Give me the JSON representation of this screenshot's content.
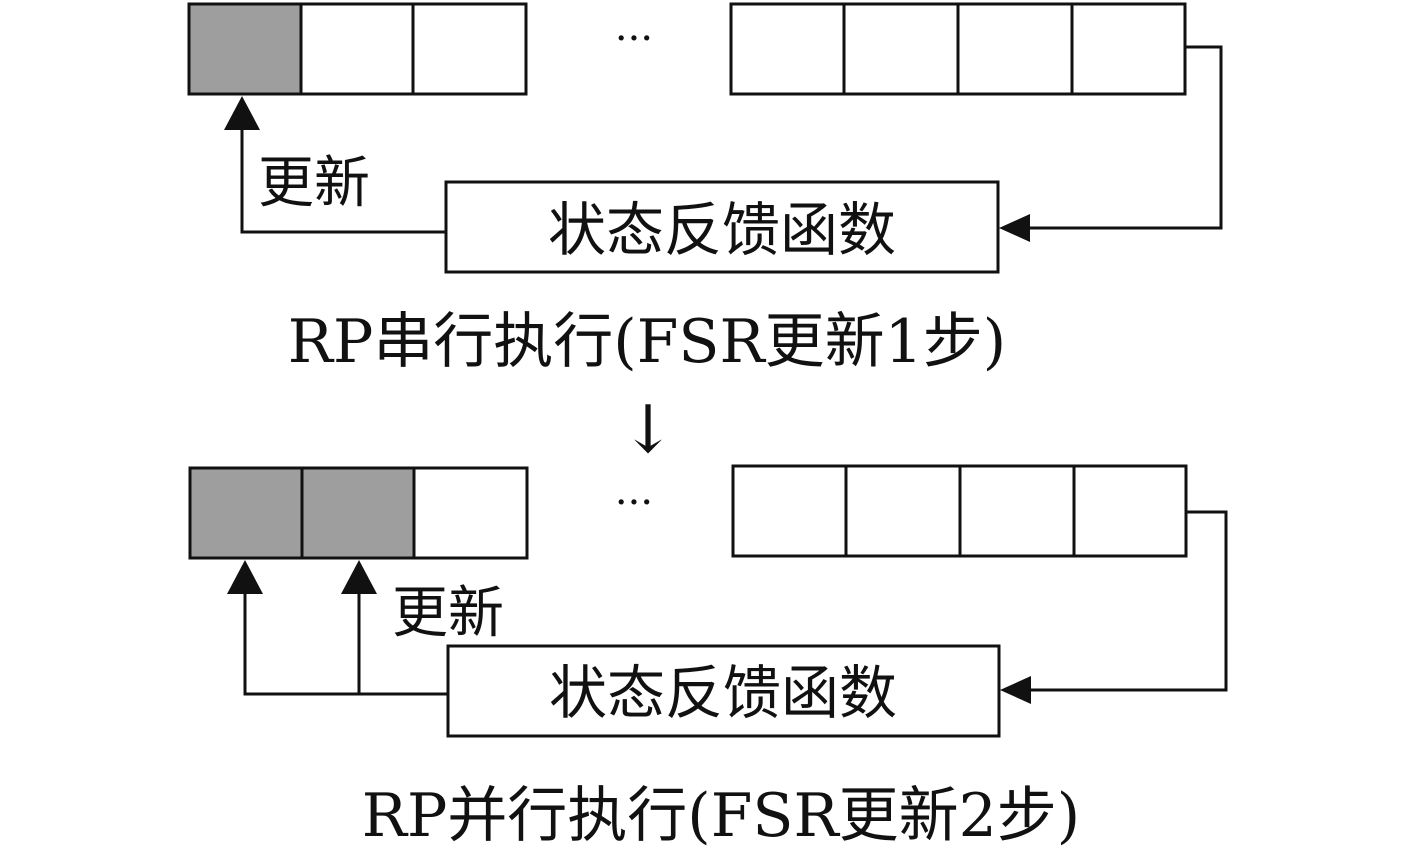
{
  "colors": {
    "updated_cell": "#9e9e9e",
    "empty_cell": "#ffffff",
    "line": "#111111"
  },
  "top": {
    "ellipsis": "···",
    "update_label": "更新",
    "function_label": "状态反馈函数",
    "caption": "RP串行执行(FSR更新1步)",
    "updated_cells": 1,
    "cells": [
      {
        "updated": true
      },
      {
        "updated": false
      },
      {
        "updated": false
      },
      {
        "updated": false
      },
      {
        "updated": false
      },
      {
        "updated": false
      },
      {
        "updated": false
      }
    ]
  },
  "transition_arrow": "↓",
  "bottom": {
    "ellipsis": "···",
    "update_label": "更新",
    "function_label": "状态反馈函数",
    "caption": "RP并行执行(FSR更新2步)",
    "updated_cells": 2,
    "cells": [
      {
        "updated": true
      },
      {
        "updated": true
      },
      {
        "updated": false
      },
      {
        "updated": false
      },
      {
        "updated": false
      },
      {
        "updated": false
      },
      {
        "updated": false
      }
    ]
  }
}
